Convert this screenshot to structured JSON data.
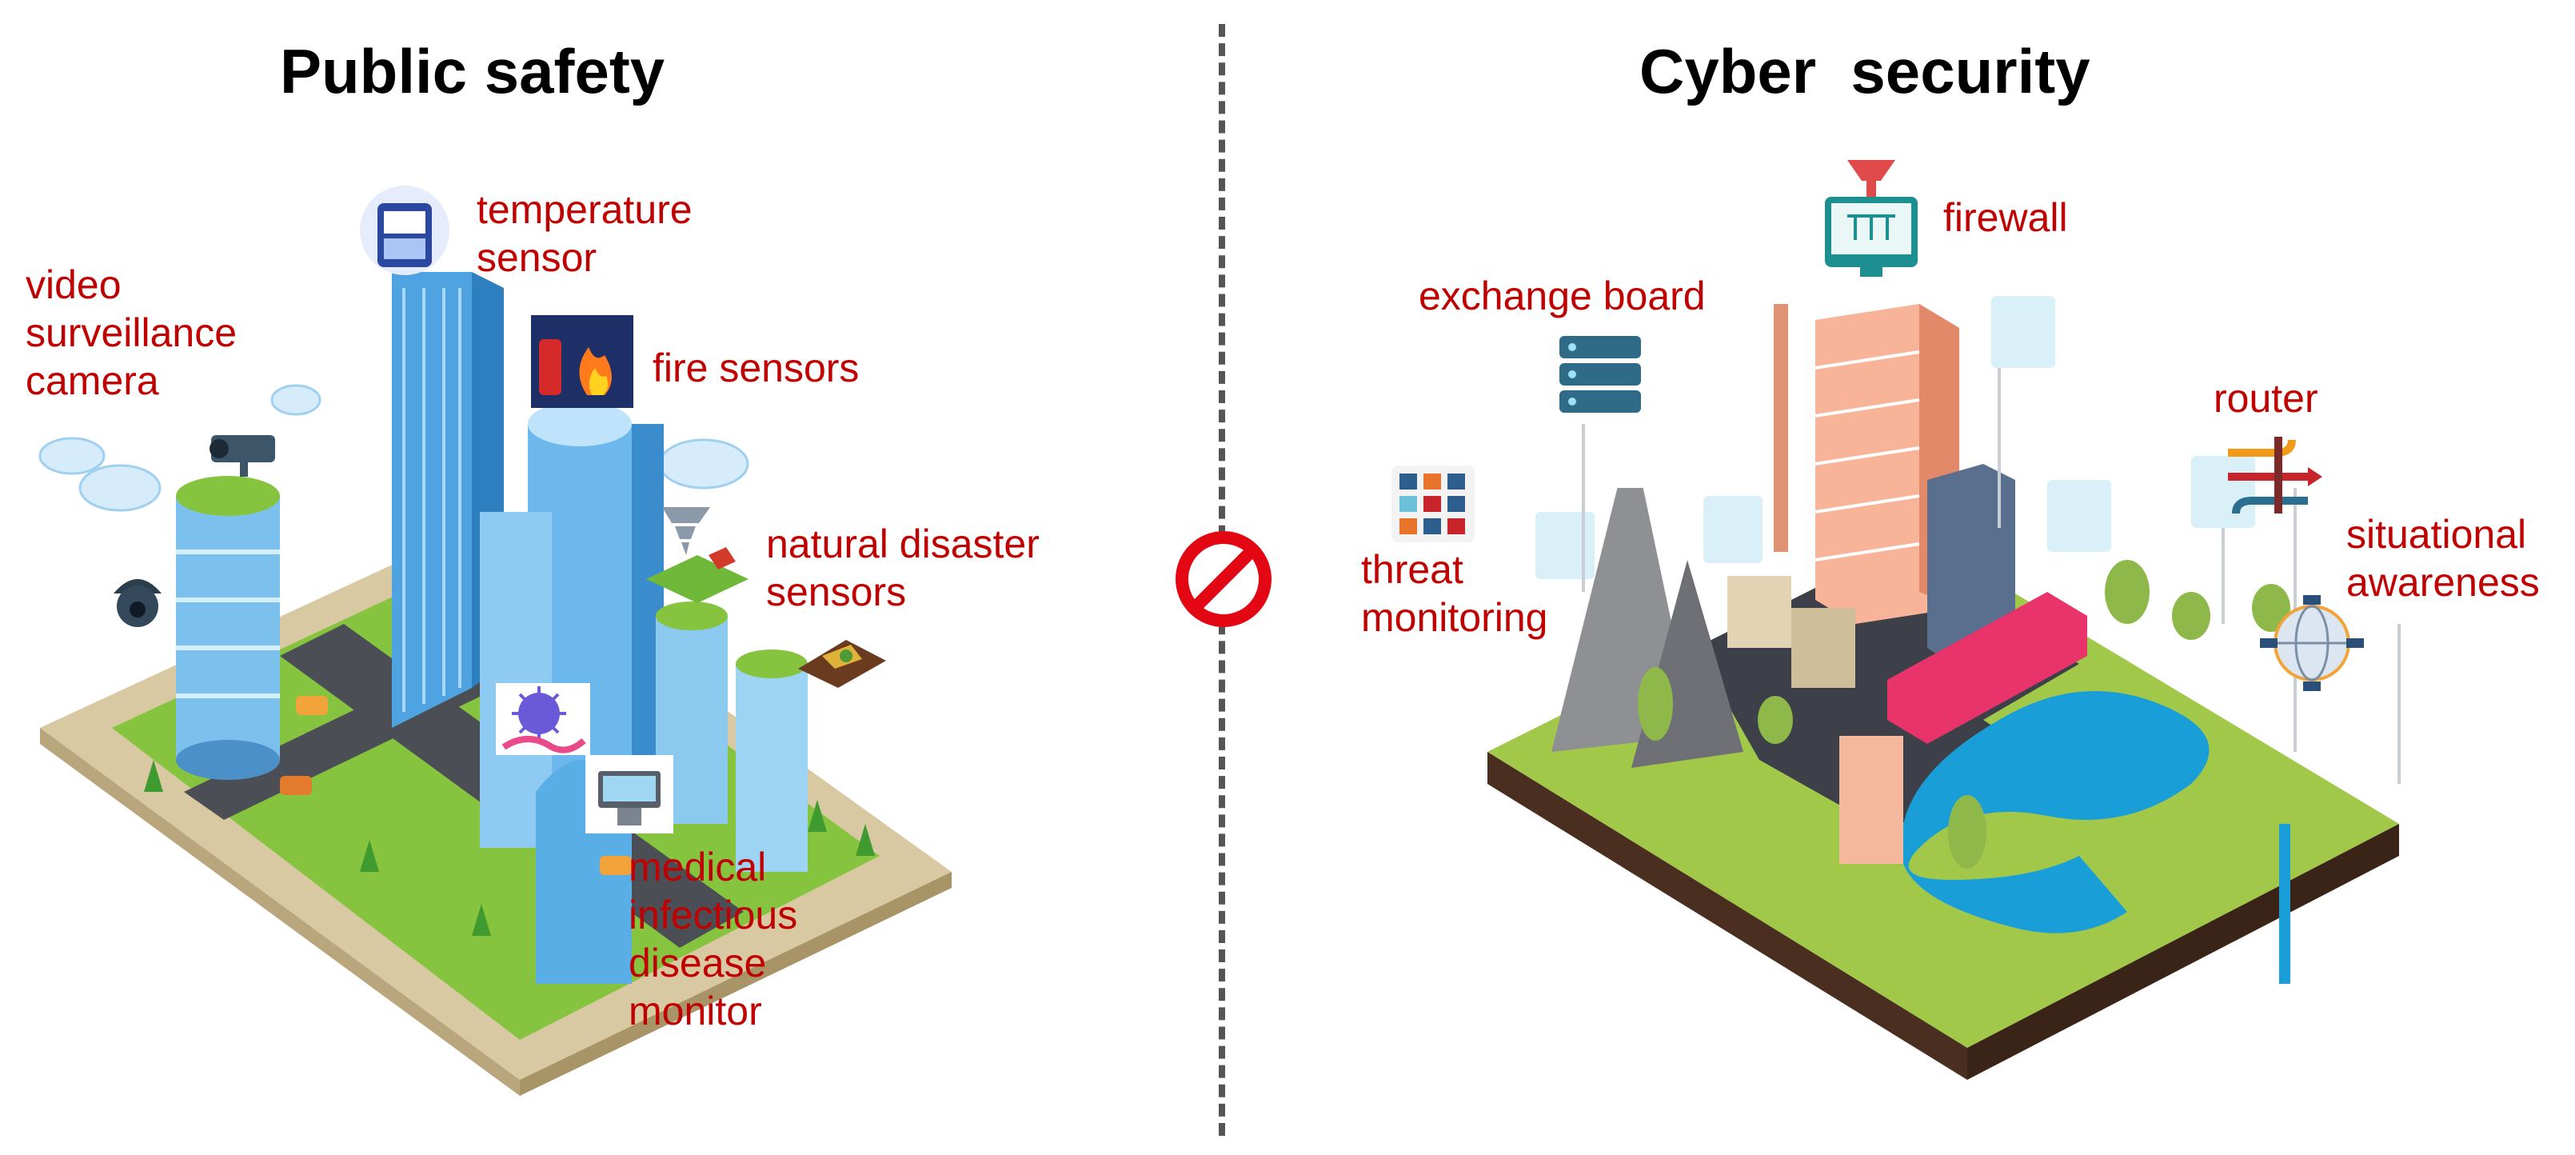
{
  "left_panel": {
    "title": "Public safety",
    "labels": {
      "temperature": "temperature\nsensor",
      "video": "video\nsurveillance\ncamera",
      "fire": "fire sensors",
      "natural": "natural disaster\nsensors",
      "medical": "medical\ninfectious\ndisease\nmonitor"
    },
    "icons": [
      "thermometer-icon",
      "cctv-camera-icon",
      "dome-camera-icon",
      "fire-icon",
      "tornado-icon",
      "landslide-icon",
      "virus-icon",
      "lab-monitor-icon"
    ]
  },
  "right_panel": {
    "title": "Cyber  security",
    "labels": {
      "firewall": "firewall",
      "exchange": "exchange board",
      "router": "router",
      "threat": "threat\nmonitoring",
      "situational": "situational\nawareness"
    },
    "icons": [
      "firewall-icon",
      "server-stack-icon",
      "router-icon",
      "threat-grid-icon",
      "globe-network-icon"
    ]
  },
  "divider_icon": "no-symbol-icon",
  "colors": {
    "label_red": "#c00000",
    "divider": "#555555",
    "no_symbol": "#e30613",
    "platform_left": "#d8c9a3",
    "grass": "#86c440",
    "soil": "#4a2f20"
  }
}
